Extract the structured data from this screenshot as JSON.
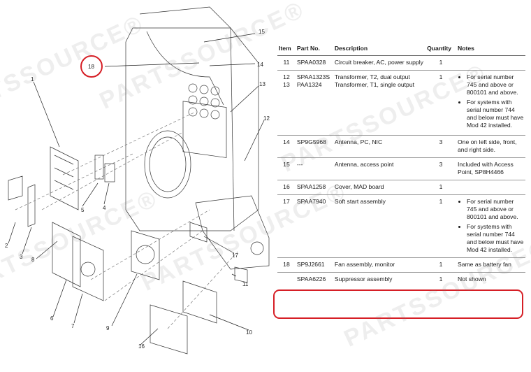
{
  "table": {
    "headers": {
      "item": "Item",
      "part": "Part No.",
      "desc": "Description",
      "qty": "Quantity",
      "notes": "Notes"
    },
    "rows": [
      {
        "item": "11",
        "part": "SPAA0328",
        "desc": "Circuit breaker, AC, power supply",
        "qty": "1",
        "notes": ""
      },
      {
        "item": "12\n13",
        "part": "SPAA1323S\nPAA1324",
        "desc": "Transformer, T2, dual output\nTransformer, T1, single output",
        "qty": "1",
        "bullets": [
          "For serial number 745 and above or 800101 and above.",
          "For systems with serial number 744 and below must have Mod 42 installed."
        ]
      },
      {
        "item": "14",
        "part": "SP9G5968",
        "desc": "Antenna, PC, NIC",
        "qty": "3",
        "notes": "One on left side, front, and right side."
      },
      {
        "item": "15",
        "part": "---",
        "desc": "Antenna, access point",
        "qty": "3",
        "notes": "Included with Access Point, SP8H4466"
      },
      {
        "item": "16",
        "part": "SPAA1258",
        "desc": "Cover, MAD board",
        "qty": "1",
        "notes": ""
      },
      {
        "item": "17",
        "part": "SPAA7940",
        "desc": "Soft start assembly",
        "qty": "1",
        "bullets": [
          "For serial number 745 and above or 800101 and above.",
          "For systems with serial number 744 and below must have Mod 42 installed."
        ]
      },
      {
        "item": "18",
        "part": "SP9J2661",
        "desc": "Fan assembly, monitor",
        "qty": "1",
        "notes": "Same as battery fan"
      },
      {
        "item": "",
        "part": "SPAA6226",
        "desc": "Suppressor assembly",
        "qty": "1",
        "notes": "Not shown"
      }
    ]
  },
  "diagram": {
    "callouts": [
      "1",
      "2",
      "3",
      "4",
      "5",
      "6",
      "7",
      "8",
      "9",
      "10",
      "11",
      "12",
      "13",
      "14",
      "15",
      "16",
      "17"
    ],
    "highlight_callout": "18",
    "highlight_color": "#d61f26"
  },
  "watermark": {
    "text": "PARTSSOURCE®"
  }
}
